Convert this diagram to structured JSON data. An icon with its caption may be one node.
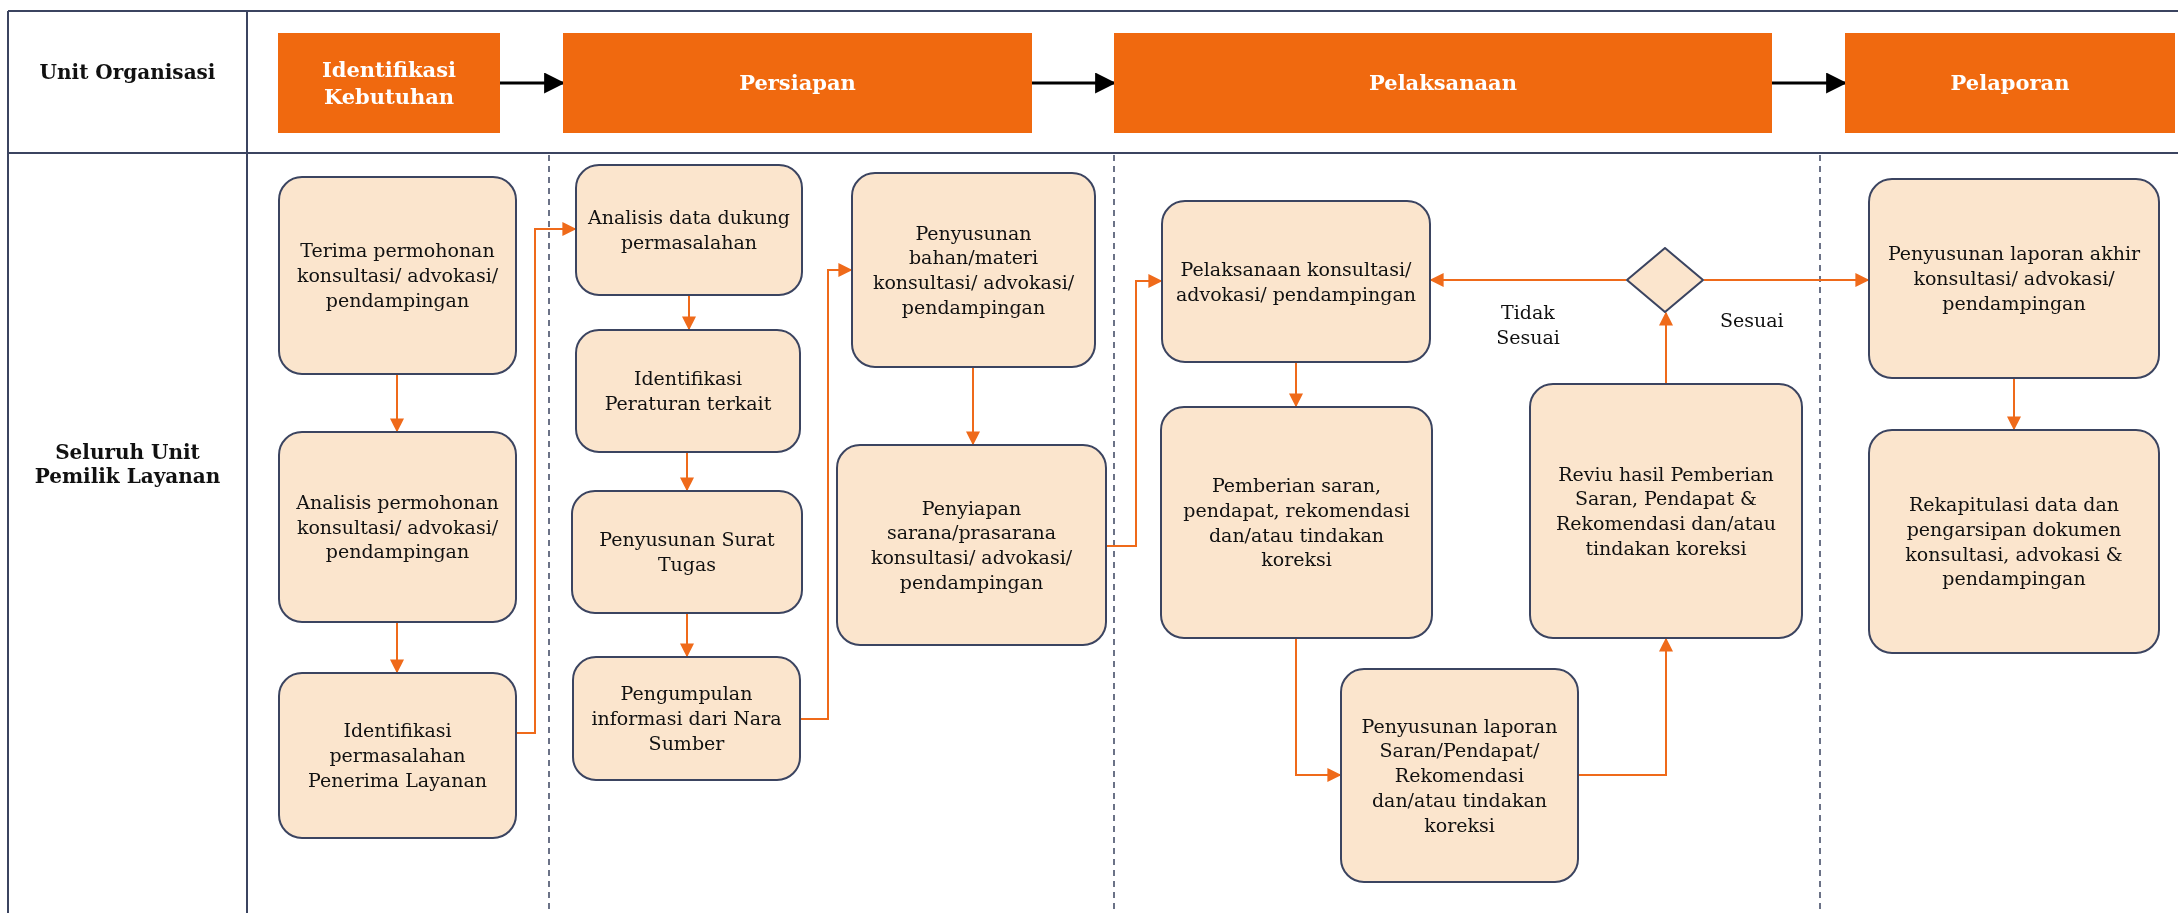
{
  "diagram": {
    "nodes": [
      {
        "text": [
          "Identifikasi Kebutuhan"
        ]
      },
      {
        "text": [
          "Persiapan"
        ]
      },
      {
        "text": [
          "Pelaksanaan"
        ]
      },
      {
        "text": [
          "Pelaporan"
        ]
      },
      {
        "text": [
          "Terima permohonan konsultasi/ advokasi/ pendampingan"
        ]
      },
      {
        "text": [
          "Analisis permohonan konsultasi/ advokasi/ pendampingan"
        ]
      },
      {
        "text": [
          "Identifikasi permasalahan Penerima Layanan"
        ]
      },
      {
        "text": [
          "Analisis data dukung permasalahan"
        ]
      },
      {
        "text": [
          "Identifikasi Peraturan terkait"
        ]
      },
      {
        "text": [
          "Penyusunan Surat Tugas"
        ]
      },
      {
        "text": [
          "Pengumpulan informasi dari Nara Sumber"
        ]
      },
      {
        "text": [
          "Penyusunan bahan/materi konsultasi/ advokasi/ pendampingan"
        ]
      },
      {
        "text": [
          "Penyiapan sarana/prasarana konsultasi/ advokasi/ pendampingan"
        ]
      },
      {
        "text": [
          "Pelaksanaan konsultasi/ advokasi/ pendampingan"
        ]
      },
      {
        "text": [
          "Pemberian saran, pendapat, rekomendasi dan/atau tindakan koreksi"
        ]
      },
      {
        "text": [
          "Penyusunan laporan Saran/Pendapat/ Rekomendasi dan/atau tindakan koreksi"
        ]
      },
      {
        "text": [
          "Reviu hasil Pemberian Saran, Pendapat & Rekomendasi dan/atau tindakan koreksi"
        ]
      },
      {
        "text": [],
        "shape": "diamond"
      },
      {
        "text": [
          "Penyusunan laporan akhir konsultasi/ advokasi/ pendampingan"
        ]
      },
      {
        "text": [
          "Rekapitulasi data dan pengarsipan dokumen konsultasi, advokasi & pendampingan"
        ]
      }
    ],
    "edges": [
      {
        "from": 0,
        "to": 1,
        "arrow": "to",
        "color": "#000000"
      },
      {
        "from": 1,
        "to": 2,
        "arrow": "to",
        "color": "#000000"
      },
      {
        "from": 2,
        "to": 3,
        "arrow": "to",
        "color": "#000000"
      },
      {
        "from": 4,
        "to": 5,
        "arrow": "to"
      },
      {
        "from": 5,
        "to": 6,
        "arrow": "to"
      },
      {
        "from": 6,
        "to": 7,
        "arrow": "to"
      },
      {
        "from": 7,
        "to": 8,
        "arrow": "to"
      },
      {
        "from": 8,
        "to": 9,
        "arrow": "to"
      },
      {
        "from": 9,
        "to": 10,
        "arrow": "to"
      },
      {
        "from": 10,
        "to": 11,
        "arrow": "to"
      },
      {
        "from": 11,
        "to": 12,
        "arrow": "to"
      },
      {
        "from": 12,
        "to": 13,
        "arrow": "to"
      },
      {
        "from": 13,
        "to": 14,
        "arrow": "to"
      },
      {
        "from": 14,
        "to": 15,
        "arrow": "to"
      },
      {
        "from": 15,
        "to": 16,
        "arrow": "to"
      },
      {
        "from": 16,
        "to": 17,
        "arrow": "to"
      },
      {
        "from": 17,
        "to": 13,
        "arrow": "to",
        "label": "Tidak Sesuai"
      },
      {
        "from": 17,
        "to": 18,
        "arrow": "to",
        "label": "Sesuai"
      },
      {
        "from": 18,
        "to": 19,
        "arrow": "to"
      }
    ],
    "labels": [
      "Unit Organisasi",
      "Seluruh Unit Pemilik Layanan"
    ]
  }
}
